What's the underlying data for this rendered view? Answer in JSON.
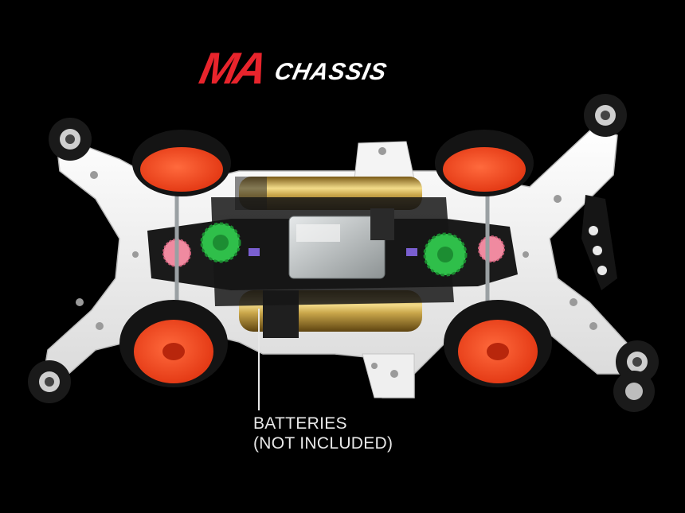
{
  "logo": {
    "prefix": "MA",
    "suffix": "CHASSIS"
  },
  "callout": {
    "line1": "BATTERIES",
    "line2": "(NOT INCLUDED)"
  },
  "colors": {
    "background": "#000000",
    "brand_red": "#e8242c",
    "wheel_orange": "#ff4a22",
    "tire_black": "#141414",
    "chassis_white": "#f1f1f1",
    "battery_gold": "#c9a64a",
    "gear_green": "#2fbf4a",
    "gear_pink": "#f08aa0",
    "motor_silver": "#c8cccc"
  },
  "icons": [
    "mini-4wd-chassis-illustration",
    "battery-icon",
    "wheel-icon",
    "gear-icon",
    "motor-icon",
    "roller-icon"
  ]
}
